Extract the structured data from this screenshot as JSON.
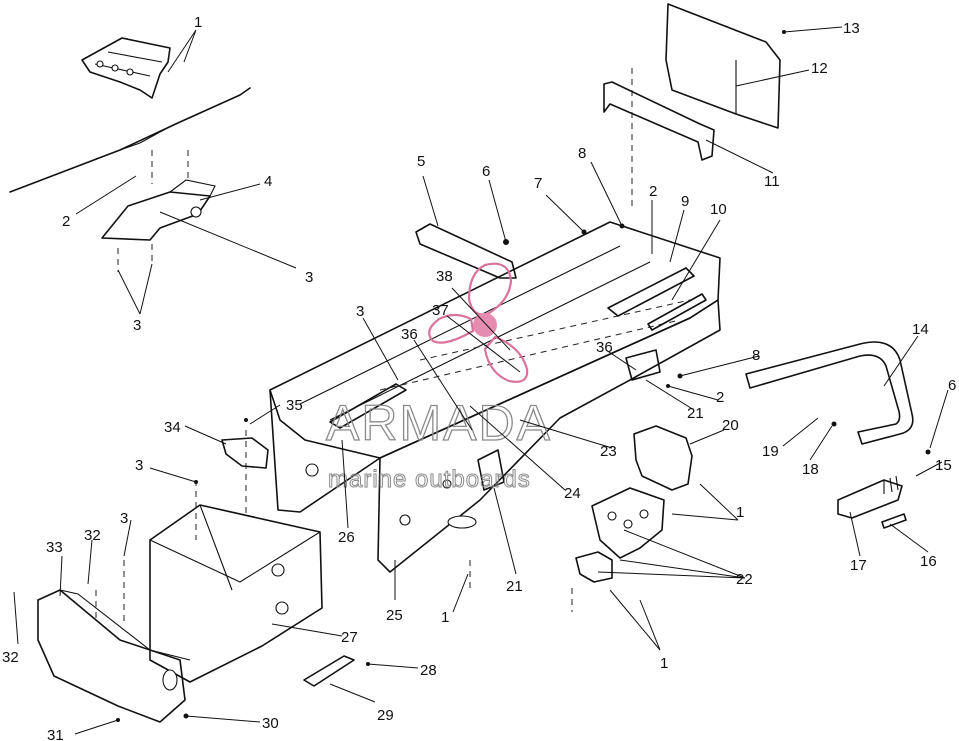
{
  "watermark": {
    "brand": "ARMADA",
    "tagline": "marine outboards",
    "logo_color": "#e48db0",
    "text_color": "#8a8a8a"
  },
  "callouts": [
    {
      "id": "c1a",
      "text": "1"
    },
    {
      "id": "c1b",
      "text": "1"
    },
    {
      "id": "c1c",
      "text": "1"
    },
    {
      "id": "c1d",
      "text": "1"
    },
    {
      "id": "c2a",
      "text": "2"
    },
    {
      "id": "c2b",
      "text": "2"
    },
    {
      "id": "c2c",
      "text": "2"
    },
    {
      "id": "c3a",
      "text": "3"
    },
    {
      "id": "c3b",
      "text": "3"
    },
    {
      "id": "c3c",
      "text": "3"
    },
    {
      "id": "c3d",
      "text": "3"
    },
    {
      "id": "c3e",
      "text": "3"
    },
    {
      "id": "c4",
      "text": "4"
    },
    {
      "id": "c5",
      "text": "5"
    },
    {
      "id": "c6a",
      "text": "6"
    },
    {
      "id": "c6b",
      "text": "6"
    },
    {
      "id": "c7",
      "text": "7"
    },
    {
      "id": "c8a",
      "text": "8"
    },
    {
      "id": "c8b",
      "text": "8"
    },
    {
      "id": "c9",
      "text": "9"
    },
    {
      "id": "c10",
      "text": "10"
    },
    {
      "id": "c11",
      "text": "11"
    },
    {
      "id": "c12",
      "text": "12"
    },
    {
      "id": "c13",
      "text": "13"
    },
    {
      "id": "c14",
      "text": "14"
    },
    {
      "id": "c15",
      "text": "15"
    },
    {
      "id": "c16",
      "text": "16"
    },
    {
      "id": "c17",
      "text": "17"
    },
    {
      "id": "c18",
      "text": "18"
    },
    {
      "id": "c19",
      "text": "19"
    },
    {
      "id": "c20",
      "text": "20"
    },
    {
      "id": "c21a",
      "text": "21"
    },
    {
      "id": "c21b",
      "text": "21"
    },
    {
      "id": "c22",
      "text": "22"
    },
    {
      "id": "c23",
      "text": "23"
    },
    {
      "id": "c24",
      "text": "24"
    },
    {
      "id": "c25",
      "text": "25"
    },
    {
      "id": "c26",
      "text": "26"
    },
    {
      "id": "c27",
      "text": "27"
    },
    {
      "id": "c28",
      "text": "28"
    },
    {
      "id": "c29",
      "text": "29"
    },
    {
      "id": "c30",
      "text": "30"
    },
    {
      "id": "c31",
      "text": "31"
    },
    {
      "id": "c32a",
      "text": "32"
    },
    {
      "id": "c32b",
      "text": "32"
    },
    {
      "id": "c33",
      "text": "33"
    },
    {
      "id": "c34",
      "text": "34"
    },
    {
      "id": "c35",
      "text": "35"
    },
    {
      "id": "c36a",
      "text": "36"
    },
    {
      "id": "c36b",
      "text": "36"
    },
    {
      "id": "c37",
      "text": "37"
    },
    {
      "id": "c38",
      "text": "38"
    }
  ]
}
